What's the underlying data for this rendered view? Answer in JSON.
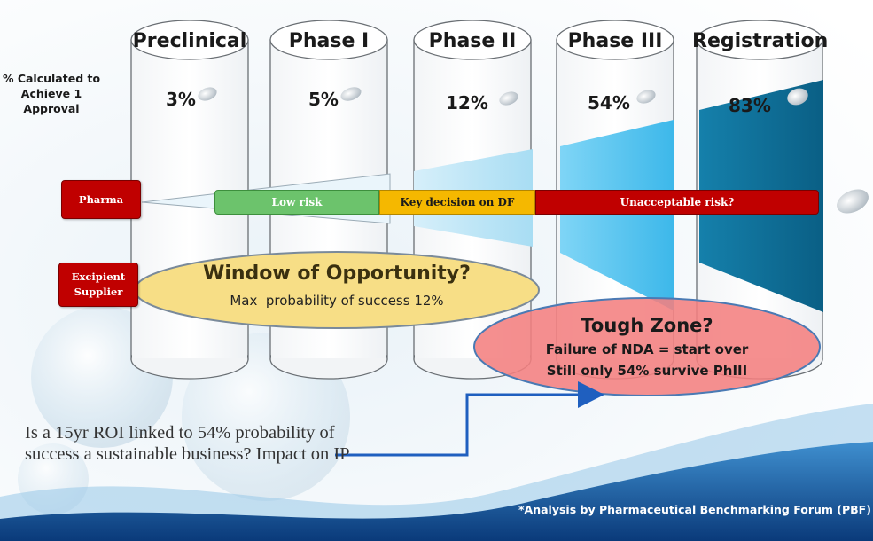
{
  "phases": [
    {
      "name": "Preclinical",
      "probability": "3%"
    },
    {
      "name": "Phase I",
      "probability": "5%"
    },
    {
      "name": "Phase II",
      "probability": "12%"
    },
    {
      "name": "Phase III",
      "probability": "54%"
    },
    {
      "name": "Registration",
      "probability": "83%"
    }
  ],
  "left_label": "% Calculated to Achieve 1 Approval",
  "stakeholders": {
    "pharma": "Pharma",
    "excipient_supplier": "Excipient Supplier"
  },
  "risk_bar": {
    "low": "Low risk",
    "key": "Key decision on DF",
    "unacceptable": "Unacceptable risk?"
  },
  "window": {
    "title": "Window of Opportunity?",
    "subtitle": "Max  probability of success 12%"
  },
  "tough_zone": {
    "title": "Tough Zone?",
    "line1": "Failure of NDA = start over",
    "line2": "Still only 54% survive PhIII"
  },
  "question": "Is a 15yr ROI linked to 54% probability of success a sustainable business?   Impact on IP",
  "footnote": "*Analysis by Pharmaceutical Benchmarking Forum (PBF)",
  "colors": {
    "low_risk": "#6cc36c",
    "key_decision": "#f5b800",
    "unacceptable": "#c00000",
    "window_fill": "#f7de86",
    "tough_fill": "#f47f7f",
    "funnel_light": "#bfe6f7",
    "funnel_mid": "#5cc8f2",
    "funnel_dark": "#0c6d94",
    "label_red": "#c00000",
    "arrow": "#1f5fbf"
  }
}
